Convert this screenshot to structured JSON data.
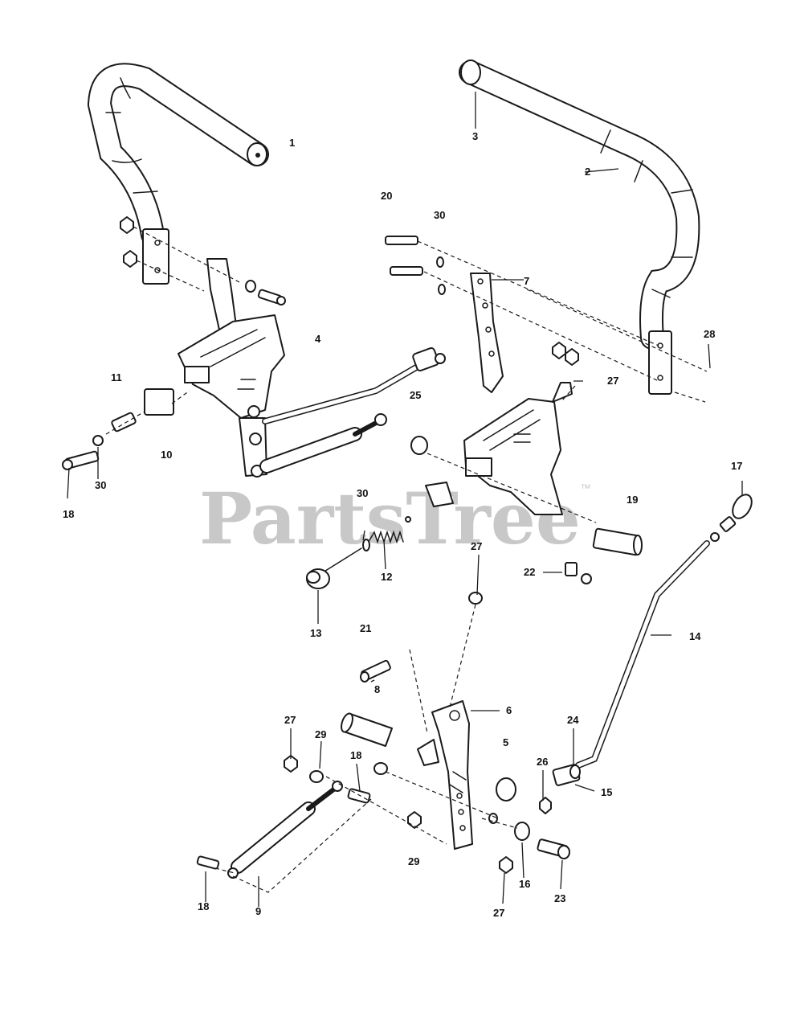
{
  "watermark": {
    "text": "PartsTree",
    "trademark": "™"
  },
  "callouts": {
    "c1": "1",
    "c2": "2",
    "c3": "3",
    "c4": "4",
    "c5": "5",
    "c6": "6",
    "c7": "7",
    "c8": "8",
    "c9": "9",
    "c10": "10",
    "c11": "11",
    "c12": "12",
    "c13": "13",
    "c14": "14",
    "c15": "15",
    "c16": "16",
    "c17": "17",
    "c18a": "18",
    "c18b": "18",
    "c18c": "18",
    "c19": "19",
    "c20": "20",
    "c21": "21",
    "c22": "22",
    "c23": "23",
    "c24": "24",
    "c25": "25",
    "c26": "26",
    "c27a": "27",
    "c27b": "27",
    "c27c": "27",
    "c27d": "27",
    "c28": "28",
    "c29a": "29",
    "c29b": "29",
    "c30a": "30",
    "c30b": "30",
    "c30c": "30"
  }
}
